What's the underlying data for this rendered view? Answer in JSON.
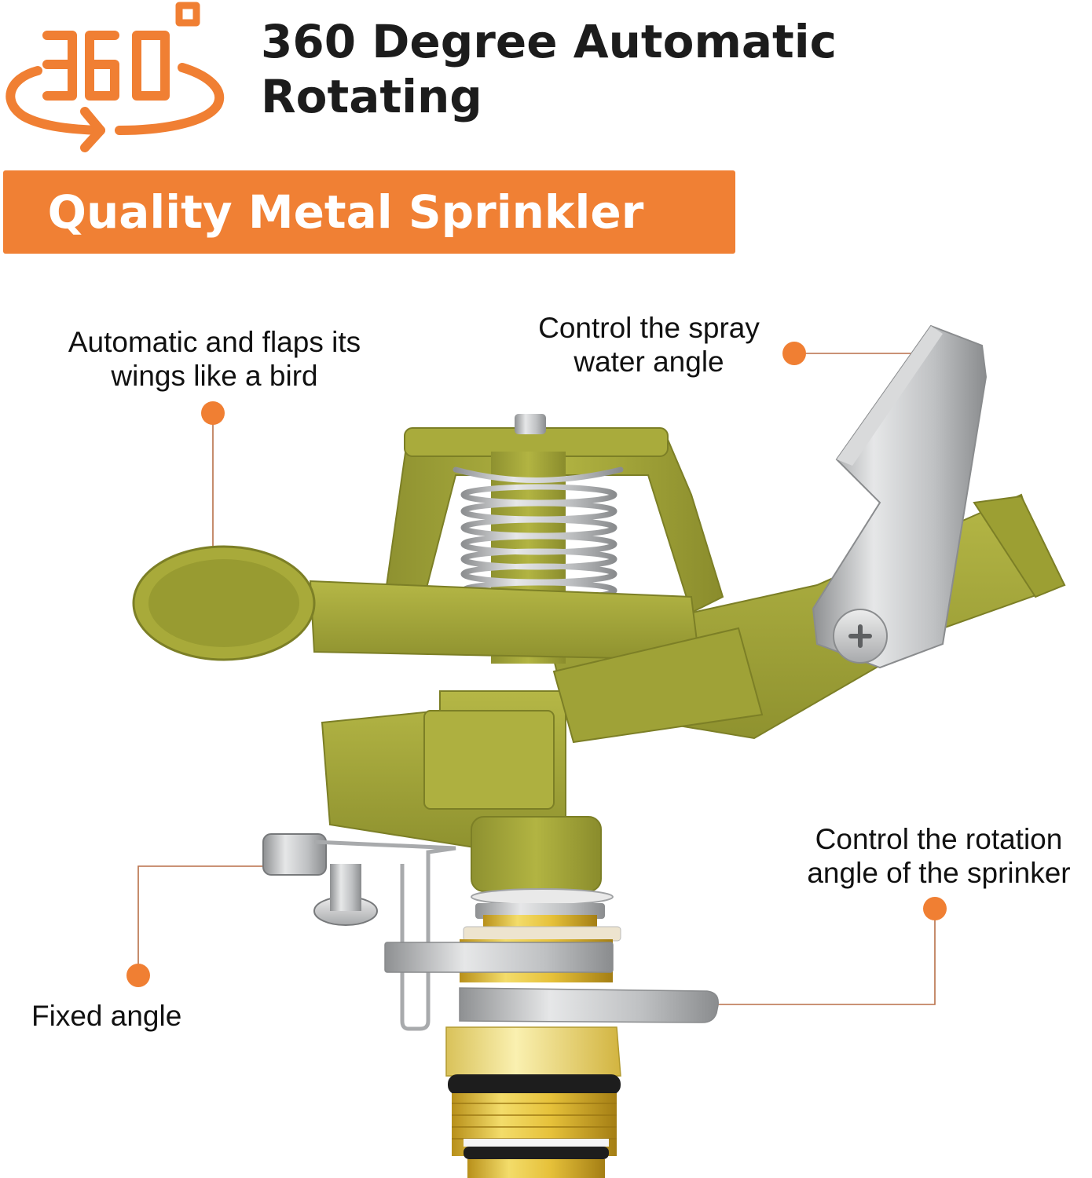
{
  "header": {
    "icon": "rotate-360-icon",
    "icon_text": "360",
    "title_line1": "360 Degree Automatic",
    "title_line2": "Rotating"
  },
  "banner": {
    "label": "Quality Metal Sprinkler"
  },
  "product": {
    "name": "impact-sprinkler-illustration"
  },
  "callouts": [
    {
      "id": "wings",
      "line1": "Automatic and flaps its",
      "line2": "wings like a bird"
    },
    {
      "id": "spray-angle",
      "line1": "Control the spray",
      "line2": "water angle"
    },
    {
      "id": "rotation-angle",
      "line1": "Control the rotation",
      "line2": "angle of the sprinker"
    },
    {
      "id": "fixed-angle",
      "line1": "Fixed angle"
    }
  ],
  "colors": {
    "accent_orange": "#F07F33",
    "banner_orange": "#F08034",
    "sprinkler_green": "#A6A838",
    "metal_silver": "#C9CBCC",
    "brass_gold": "#E2C23A",
    "leader_line": "#B86F48",
    "text_dark": "#1C1C1C"
  }
}
